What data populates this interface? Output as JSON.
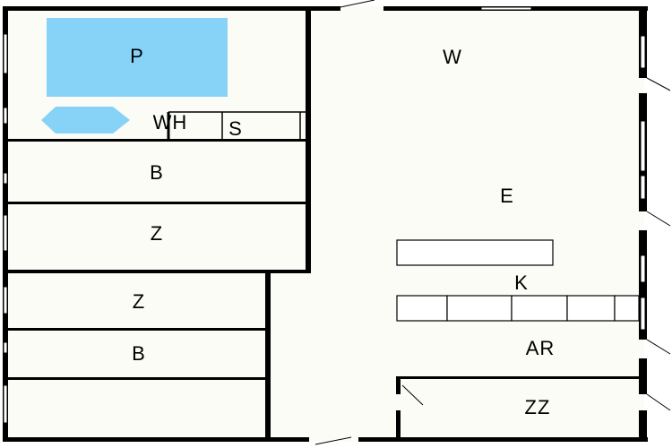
{
  "colors": {
    "background": "#ffffff",
    "floor": "#fcfcf7",
    "wall": "#000000",
    "pool": "#87d3f8"
  },
  "rooms": {
    "pool": "P",
    "wh": "WH",
    "s": "S",
    "bath_upper": "B",
    "bedroom_upper": "Z",
    "w": "W",
    "e": "E",
    "k": "K",
    "bedroom_lower": "Z",
    "bath_lower": "B",
    "ar": "AR",
    "zz": "ZZ"
  }
}
